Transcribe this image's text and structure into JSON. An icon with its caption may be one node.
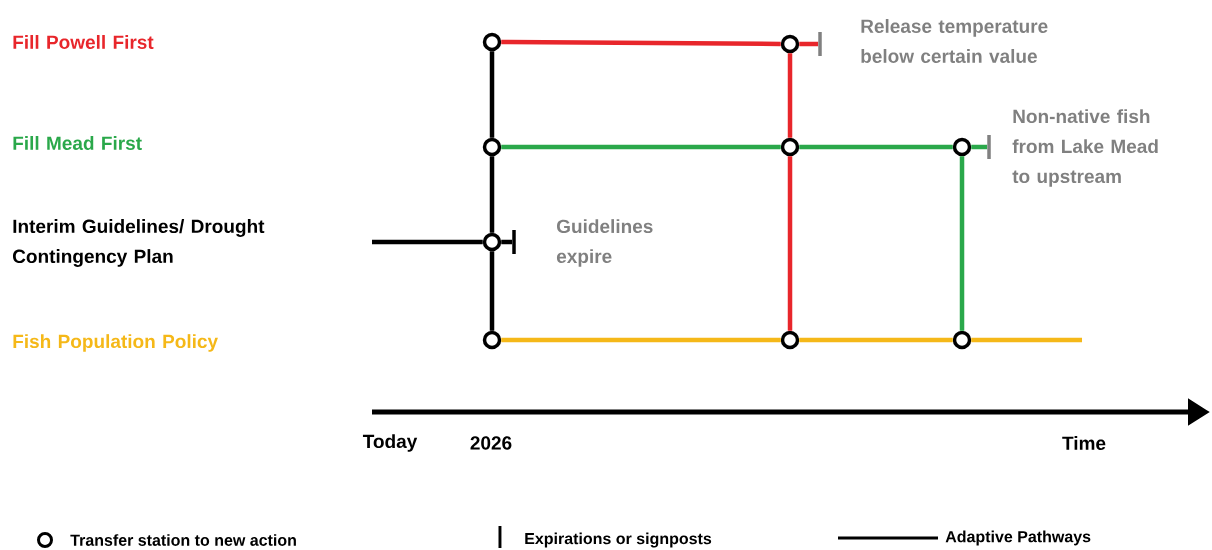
{
  "diagram": {
    "nodes": [
      {
        "text": [],
        "shape": "circle"
      },
      {
        "text": [],
        "shape": "circle"
      },
      {
        "text": [],
        "shape": "circle"
      },
      {
        "text": [],
        "shape": "circle"
      },
      {
        "text": [],
        "shape": "circle"
      },
      {
        "text": [],
        "shape": "circle"
      },
      {
        "text": [],
        "shape": "circle"
      },
      {
        "text": [],
        "shape": "circle"
      },
      {
        "text": [],
        "shape": "circle"
      },
      {
        "text": [],
        "shape": "bar"
      },
      {
        "text": [],
        "shape": "bar"
      },
      {
        "text": [],
        "shape": "bar"
      }
    ],
    "edges": [
      {
        "from": 0,
        "to": 1,
        "arrow": "none",
        "color": "#e8262b"
      },
      {
        "from": 1,
        "to": 9,
        "arrow": "none",
        "color": "#e8262b"
      },
      {
        "from": 0,
        "to": 2,
        "arrow": "none"
      },
      {
        "from": 2,
        "to": 5,
        "arrow": "none"
      },
      {
        "from": 5,
        "to": 6,
        "arrow": "none"
      },
      {
        "from": 2,
        "to": 3,
        "arrow": "none",
        "color": "#2aa84a"
      },
      {
        "from": 3,
        "to": 4,
        "arrow": "none",
        "color": "#2aa84a"
      },
      {
        "from": 4,
        "to": 10,
        "arrow": "none",
        "color": "#2aa84a"
      },
      {
        "from": 1,
        "to": 3,
        "arrow": "none",
        "color": "#e8262b"
      },
      {
        "from": 3,
        "to": 7,
        "arrow": "none",
        "color": "#e8262b"
      },
      {
        "from": 4,
        "to": 8,
        "arrow": "none",
        "color": "#2aa84a"
      },
      {
        "from": 6,
        "to": 7,
        "arrow": "none",
        "color": "#f5b818"
      },
      {
        "from": 7,
        "to": 8,
        "arrow": "none",
        "color": "#f5b818"
      },
      {
        "from": 8,
        "to": null,
        "arrow": "none",
        "color": "#f5b818"
      },
      {
        "from": null,
        "to": 5,
        "arrow": "none"
      },
      {
        "from": 5,
        "to": 11,
        "arrow": "none"
      }
    ],
    "labels": [
      "Fill Powell First",
      "Release temperature below certain value",
      "Fill Mead First",
      "Non-native fish from Lake Mead to upstream",
      "Interim Guidelines/ Drought Contingency Plan",
      "Guidelines expire",
      "Fish Population Policy",
      "Today",
      "2026",
      "Time"
    ],
    "legend": [
      {
        "text": "Transfer station to new action"
      },
      {
        "text": "Expirations or signposts"
      },
      {
        "text": "Adaptive Pathways"
      }
    ]
  }
}
